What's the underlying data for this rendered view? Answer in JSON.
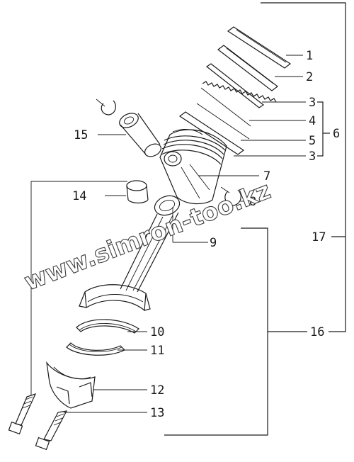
{
  "watermark": "www.simron-too.kz",
  "callouts": {
    "c1": "1",
    "c2": "2",
    "c3a": "3",
    "c4": "4",
    "c5": "5",
    "c6": "6",
    "c3b": "3",
    "c7": "7",
    "c8": "8",
    "c9": "9",
    "c10": "10",
    "c11": "11",
    "c12": "12",
    "c13": "13",
    "c14": "14",
    "c15": "15",
    "c16": "16",
    "c17": "17"
  }
}
